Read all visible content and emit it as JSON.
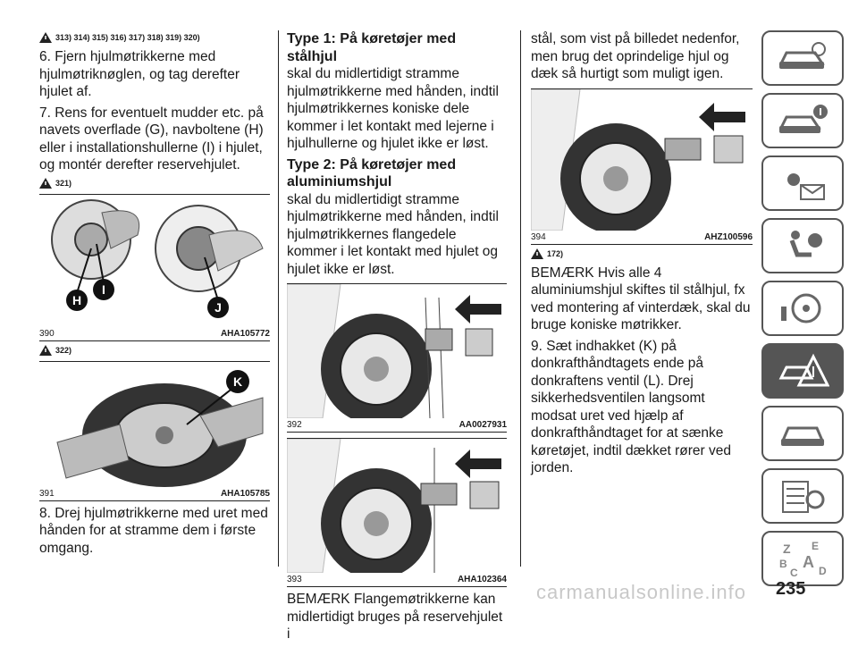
{
  "col1": {
    "note_top": "313) 314) 315) 316) 317) 318) 319) 320)",
    "p6": "6. Fjern hjulmøtrikkerne med hjulmøtriknøglen, og tag derefter hjulet af.",
    "p7": "7. Rens for eventuelt mudder etc. på navets overflade (G), navboltene (H) eller i installationshullerne (I) i hjulet, og montér derefter reservehjulet.",
    "note_321": "321)",
    "fig390": {
      "num": "390",
      "code": "AHA105772",
      "labels": [
        "H",
        "I",
        "J"
      ]
    },
    "note_322": "322)",
    "fig391": {
      "num": "391",
      "code": "AHA105785",
      "labels": [
        "K"
      ]
    },
    "p8": "8. Drej hjulmøtrikkerne med uret med hånden for at stramme dem i første omgang."
  },
  "col2": {
    "h1": "Type 1: På køretøjer med stålhjul",
    "p1": "skal du midlertidigt stramme hjulmøtrikkerne med hånden, indtil hjulmøtrikkernes koniske dele kommer i let kontakt med lejerne i hjulhullerne og hjulet ikke er løst.",
    "h2": "Type 2: På køretøjer med aluminiumshjul",
    "p2": "skal du midlertidigt stramme hjulmøtrikkerne med hånden, indtil hjulmøtrikkernes flangedele kommer i let kontakt med hjulet og hjulet ikke er løst.",
    "fig392": {
      "num": "392",
      "code": "AA0027931"
    },
    "fig393": {
      "num": "393",
      "code": "AHA102364"
    },
    "p3": "BEMÆRK Flangemøtrikkerne kan midlertidigt bruges på reservehjulet i"
  },
  "col3": {
    "p1": "stål, som vist på billedet nedenfor, men brug det oprindelige hjul og dæk så hurtigt som muligt igen.",
    "fig394": {
      "num": "394",
      "code": "AHZ100596"
    },
    "note_172": "172)",
    "p2": "BEMÆRK Hvis alle 4 aluminiumshjul skiftes til stålhjul, fx ved montering af vinterdæk, skal du bruge koniske møtrikker.",
    "p3": "9. Sæt indhakket (K) på donkrafthåndtagets ende på donkraftens ventil (L). Drej sikkerhedsventilen langsomt modsat uret ved hjælp af donkrafthåndtaget for at sænke køretøjet, indtil dækket rører ved jorden."
  },
  "sidebar": {
    "icons": [
      "car-info-icon",
      "car-info-i-icon",
      "warning-light-mail-icon",
      "seat-airbag-icon",
      "steering-key-icon",
      "emergency-triangle-icon",
      "car-service-icon",
      "technical-data-icon",
      "index-alphabet-icon"
    ],
    "active_index": 5,
    "alphabet": [
      "Z",
      "E",
      "B",
      "A",
      "C",
      "D"
    ]
  },
  "page_number": "235",
  "watermark": "carmanualsonline.info"
}
